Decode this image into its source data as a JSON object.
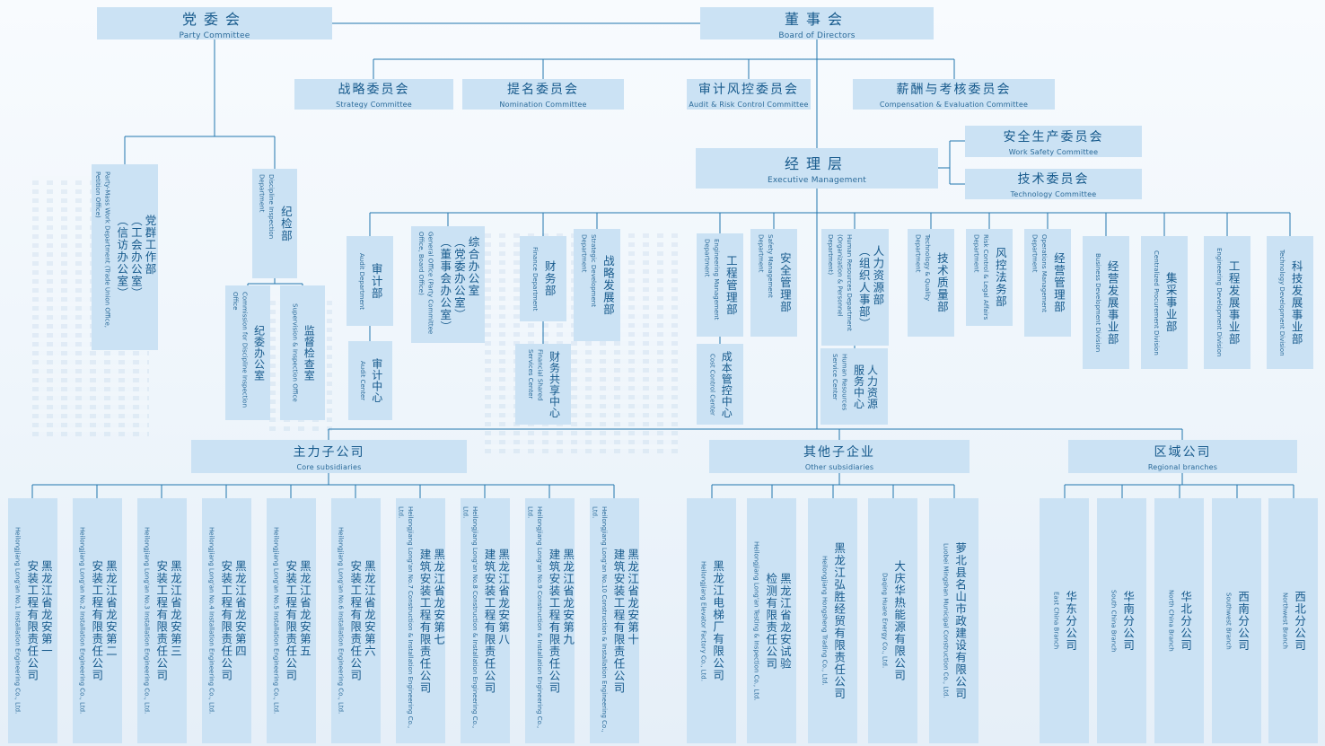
{
  "org": {
    "party_committee": {
      "zh": "党委会",
      "en": "Party Committee"
    },
    "board": {
      "zh": "董事会",
      "en": "Board of Directors"
    },
    "board_committees": [
      {
        "zh": "战略委员会",
        "en": "Strategy Committee"
      },
      {
        "zh": "提名委员会",
        "en": "Nomination Committee"
      },
      {
        "zh": "审计风控委员会",
        "en": "Audit & Risk Control Committee"
      },
      {
        "zh": "薪酬与考核委员会",
        "en": "Compensation & Evaluation Committee"
      }
    ],
    "management": {
      "zh": "经理层",
      "en": "Executive Management"
    },
    "management_committees": [
      {
        "zh": "安全生产委员会",
        "en": "Work Safety Committee"
      },
      {
        "zh": "技术委员会",
        "en": "Technology Committee"
      }
    ],
    "mass_work": {
      "zh": "党群工作部\n（工会办公室）\n（信访办公室）",
      "en": "Party-Mass Work Department (Trade Union Office, Petition Office)"
    },
    "discipline": {
      "zh": "纪检部",
      "en": "Discipline Inspection Department"
    },
    "discipline_offices": [
      {
        "zh": "纪委办公室",
        "en": "Commission for Discipline Inspection Office"
      },
      {
        "zh": "监督检查室",
        "en": "Supervision & Inspection Office"
      }
    ],
    "departments": [
      {
        "zh": "审计部",
        "en": "Audit Department"
      },
      {
        "zh": "综合办公室\n（党委办公室）\n（董事会办公室）",
        "en": "General Office (Party Committee Office, Board Office)"
      },
      {
        "zh": "财务部",
        "en": "Finance Department"
      },
      {
        "zh": "战略发展部",
        "en": "Strategic Development Department"
      },
      {
        "zh": "工程管理部",
        "en": "Engineering Management Department"
      },
      {
        "zh": "安全管理部",
        "en": "Safety Management Department"
      },
      {
        "zh": "人力资源部\n（组织人事部）",
        "en": "Human Resources Department (Organization & Personnel Department)"
      },
      {
        "zh": "技术质量部",
        "en": "Technology & Quality Department"
      },
      {
        "zh": "风控法务部",
        "en": "Risk Control & Legal Affairs Department"
      },
      {
        "zh": "经营管理部",
        "en": "Operations Management Department"
      },
      {
        "zh": "经营发展事业部",
        "en": "Business Development Division"
      },
      {
        "zh": "集采事业部",
        "en": "Centralized Procurement Division"
      },
      {
        "zh": "工程发展事业部",
        "en": "Engineering Development Division"
      },
      {
        "zh": "科技发展事业部",
        "en": "Technology Development Division"
      }
    ],
    "centers": [
      {
        "zh": "审计中心",
        "en": "Audit Center"
      },
      {
        "zh": "财务共享中心",
        "en": "Financial Shared Services Center"
      },
      {
        "zh": "成本管控中心",
        "en": "Cost Control Center"
      },
      {
        "zh": "人力资源\n服务中心",
        "en": "Human Resources Service Center"
      }
    ],
    "sections": [
      {
        "zh": "主力子公司",
        "en": "Core subsidiaries"
      },
      {
        "zh": "其他子企业",
        "en": "Other subsidiaries"
      },
      {
        "zh": "区域公司",
        "en": "Regional branches"
      }
    ],
    "core_subsidiaries": [
      {
        "zh": "黑龙江省龙安第一\n安装工程有限责任公司",
        "en": "Heilongjiang Long'an No.1 Installation Engineering Co., Ltd."
      },
      {
        "zh": "黑龙江省龙安第二\n安装工程有限责任公司",
        "en": "Heilongjiang Long'an No.2 Installation Engineering Co., Ltd."
      },
      {
        "zh": "黑龙江省龙安第三\n安装工程有限责任公司",
        "en": "Heilongjiang Long'an No.3 Installation Engineering Co., Ltd."
      },
      {
        "zh": "黑龙江省龙安第四\n安装工程有限责任公司",
        "en": "Heilongjiang Long'an No.4 Installation Engineering Co., Ltd."
      },
      {
        "zh": "黑龙江省龙安第五\n安装工程有限责任公司",
        "en": "Heilongjiang Long'an No.5 Installation Engineering Co., Ltd."
      },
      {
        "zh": "黑龙江省龙安第六\n安装工程有限责任公司",
        "en": "Heilongjiang Long'an No.6 Installation Engineering Co., Ltd."
      },
      {
        "zh": "黑龙江省龙安第七\n建筑安装工程有限责任公司",
        "en": "Heilongjiang Long'an No.7 Construction & Installation Engineering Co., Ltd."
      },
      {
        "zh": "黑龙江省龙安第八\n建筑安装工程有限责任公司",
        "en": "Heilongjiang Long'an No.8 Construction & Installation Engineering Co., Ltd."
      },
      {
        "zh": "黑龙江省龙安第九\n建筑安装工程有限责任公司",
        "en": "Heilongjiang Long'an No.9 Construction & Installation Engineering Co., Ltd."
      },
      {
        "zh": "黑龙江省龙安第十\n建筑安装工程有限责任公司",
        "en": "Heilongjiang Long'an No.10 Construction & Installation Engineering Co., Ltd."
      }
    ],
    "other_subsidiaries": [
      {
        "zh": "黑龙江电梯厂有限公司",
        "en": "Heilongjiang Elevator Factory Co., Ltd."
      },
      {
        "zh": "黑龙江省龙安试验\n检测有限责任公司",
        "en": "Heilongjiang Long'an Testing & Inspection Co., Ltd."
      },
      {
        "zh": "黑龙江弘胜经贸有限责任公司",
        "en": "Heilongjiang Hongsheng Trading Co., Ltd."
      },
      {
        "zh": "大庆华热能源有限公司",
        "en": "Daqing Huare Energy Co., Ltd."
      },
      {
        "zh": "萝北县名山市政建设有限公司",
        "en": "Luobei Mingshan Municipal Construction Co., Ltd."
      }
    ],
    "regional_branches": [
      {
        "zh": "华东分公司",
        "en": "East China Branch"
      },
      {
        "zh": "华南分公司",
        "en": "South China Branch"
      },
      {
        "zh": "华北分公司",
        "en": "North China Branch"
      },
      {
        "zh": "西南分公司",
        "en": "Southwest Branch"
      },
      {
        "zh": "西北分公司",
        "en": "Northwest Branch"
      }
    ]
  }
}
